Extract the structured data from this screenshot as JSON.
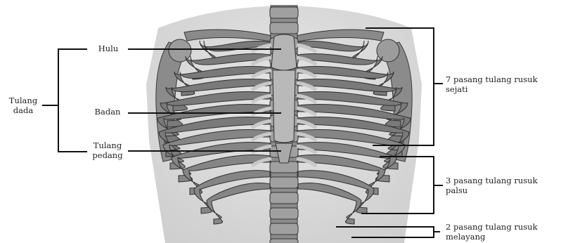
{
  "left_group": {
    "title_line1": "Tulang",
    "title_line2": "dada",
    "parts": {
      "hulu": "Hulu",
      "badan": "Badan",
      "pedang_line1": "Tulang",
      "pedang_line2": "pedang"
    }
  },
  "right_groups": {
    "sejati_line1": "7 pasang tulang rusuk",
    "sejati_line2": "sejati",
    "palsu_line1": "3 pasang tulang rusuk",
    "palsu_line2": "palsu",
    "melayang_line1": "2 pasang tulang rusuk",
    "melayang_line2": "melayang"
  }
}
